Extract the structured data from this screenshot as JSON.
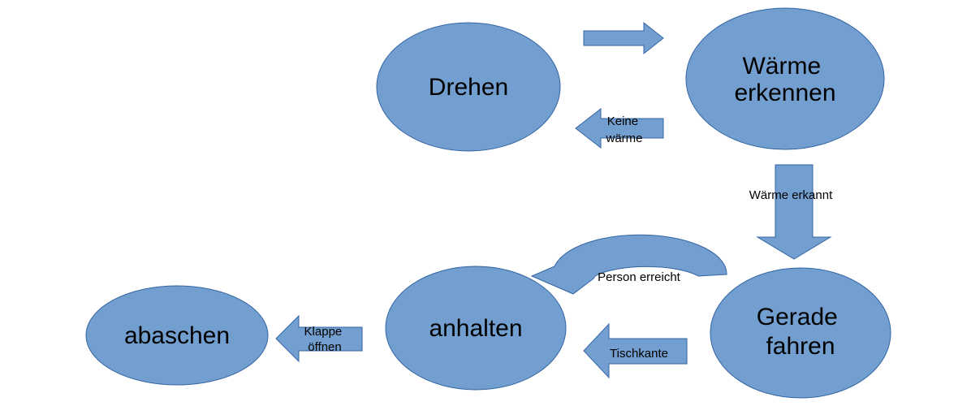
{
  "nodes": {
    "drehen": {
      "lines": [
        "Drehen"
      ]
    },
    "waerme_erkennen": {
      "lines": [
        "Wärme",
        "erkennen"
      ]
    },
    "gerade_fahren": {
      "lines": [
        "Gerade",
        "fahren"
      ]
    },
    "anhalten": {
      "lines": [
        "anhalten"
      ]
    },
    "abaschen": {
      "lines": [
        "abaschen"
      ]
    }
  },
  "edges": {
    "drehen_to_waerme": {
      "lines": []
    },
    "keine_waerme": {
      "lines": [
        "Keine",
        "wärme"
      ]
    },
    "waerme_erkannt": {
      "lines": [
        "Wärme erkannt"
      ]
    },
    "person_erreicht": {
      "lines": [
        "Person erreicht"
      ]
    },
    "tischkante": {
      "lines": [
        "Tischkante"
      ]
    },
    "klappe_oeffnen": {
      "lines": [
        "Klappe",
        "öffnen"
      ]
    }
  },
  "colors": {
    "shape_fill": "#729fcf",
    "shape_stroke": "#3465a4",
    "text": "#000000"
  }
}
